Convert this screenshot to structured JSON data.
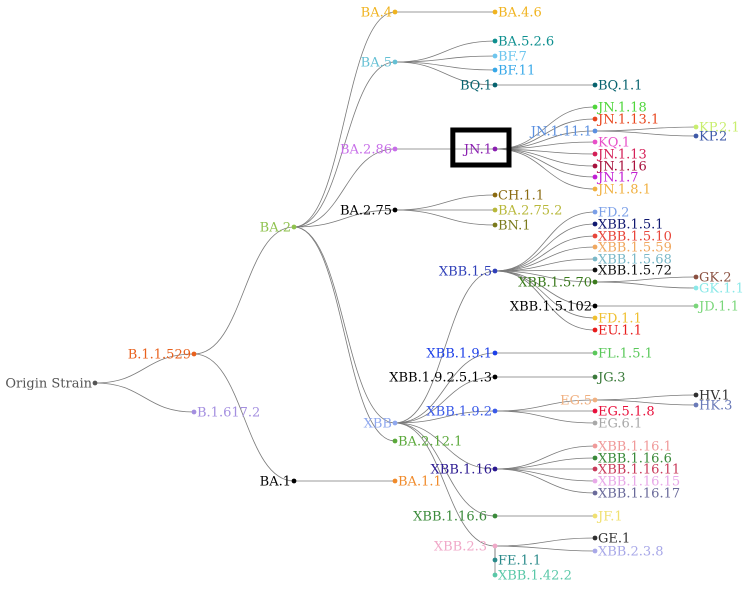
{
  "tree": {
    "highlighted": "jn1",
    "nodes": [
      {
        "id": "origin",
        "label": "Origin Strain",
        "color": "#555555",
        "parent": null
      },
      {
        "id": "b11529",
        "label": "B.1.1.529",
        "color": "#e8601c",
        "parent": "origin"
      },
      {
        "id": "b1617",
        "label": "B.1.617.2",
        "color": "#a48fe0",
        "parent": "origin"
      },
      {
        "id": "ba2",
        "label": "BA.2",
        "color": "#8fc24e",
        "parent": "b11529"
      },
      {
        "id": "ba1",
        "label": "BA.1",
        "color": "#000000",
        "parent": "b11529"
      },
      {
        "id": "ba4",
        "label": "BA.4",
        "color": "#f0b31f",
        "parent": "ba2"
      },
      {
        "id": "ba46",
        "label": "BA.4.6",
        "color": "#f0b31f",
        "parent": "ba4"
      },
      {
        "id": "ba5",
        "label": "BA.5",
        "color": "#65c0d4",
        "parent": "ba2"
      },
      {
        "id": "ba526",
        "label": "BA.5.2.6",
        "color": "#0e8f8f",
        "parent": "ba5"
      },
      {
        "id": "bf7",
        "label": "BF.7",
        "color": "#6ec6ee",
        "parent": "ba5"
      },
      {
        "id": "bf11",
        "label": "BF.11",
        "color": "#37a8e8",
        "parent": "ba5"
      },
      {
        "id": "bq1",
        "label": "BQ.1",
        "color": "#06626e",
        "parent": "ba5"
      },
      {
        "id": "bq11",
        "label": "BQ.1.1",
        "color": "#06626e",
        "parent": "bq1"
      },
      {
        "id": "ba286",
        "label": "BA.2.86",
        "color": "#c76ee8",
        "parent": "ba2"
      },
      {
        "id": "jn1",
        "label": "JN.1",
        "color": "#8a1fb0",
        "parent": "ba286"
      },
      {
        "id": "jn118",
        "label": "JN.1.18",
        "color": "#4fd63a",
        "parent": "jn1"
      },
      {
        "id": "jn1131",
        "label": "JN.1.13.1",
        "color": "#e8451c",
        "parent": "jn1"
      },
      {
        "id": "jn1111",
        "label": "JN.1.11.1",
        "color": "#5a8fe0",
        "parent": "jn1"
      },
      {
        "id": "kp21",
        "label": "KP.2.1",
        "color": "#c8ee6e",
        "parent": "jn1111"
      },
      {
        "id": "kp2",
        "label": "KP.2",
        "color": "#3f5aa8",
        "parent": "jn1111"
      },
      {
        "id": "kq1",
        "label": "KQ.1",
        "color": "#e84fc8",
        "parent": "jn1"
      },
      {
        "id": "jn113",
        "label": "JN.1.13",
        "color": "#d41f57",
        "parent": "jn1"
      },
      {
        "id": "jn116",
        "label": "JN.1.16",
        "color": "#a8103c",
        "parent": "jn1"
      },
      {
        "id": "jn17",
        "label": "JN.1.7",
        "color": "#c21fd4",
        "parent": "jn1"
      },
      {
        "id": "jn181",
        "label": "JN.1.8.1",
        "color": "#f0b040",
        "parent": "jn1"
      },
      {
        "id": "ba275",
        "label": "BA.2.75",
        "color": "#000000",
        "parent": "ba2"
      },
      {
        "id": "ch11",
        "label": "CH.1.1",
        "color": "#8a6a10",
        "parent": "ba275"
      },
      {
        "id": "ba2752",
        "label": "BA.2.75.2",
        "color": "#b8b83a",
        "parent": "ba275"
      },
      {
        "id": "bn1",
        "label": "BN.1",
        "color": "#7a7a1c",
        "parent": "ba275"
      },
      {
        "id": "xbb",
        "label": "XBB",
        "color": "#8fa8ee",
        "parent": "ba2"
      },
      {
        "id": "ba2121",
        "label": "BA.2.12.1",
        "color": "#5aa83a",
        "parent": "ba2"
      },
      {
        "id": "xbb15",
        "label": "XBB.1.5",
        "color": "#2f3fb8",
        "parent": "xbb"
      },
      {
        "id": "fd2",
        "label": "FD.2",
        "color": "#7a9fe8",
        "parent": "xbb15"
      },
      {
        "id": "xbb151",
        "label": "XBB.1.5.1",
        "color": "#101870",
        "parent": "xbb15"
      },
      {
        "id": "xbb1510",
        "label": "XBB.1.5.10",
        "color": "#e8453a",
        "parent": "xbb15"
      },
      {
        "id": "xbb1559",
        "label": "XBB.1.5.59",
        "color": "#f0a860",
        "parent": "xbb15"
      },
      {
        "id": "xbb1568",
        "label": "XBB.1.5.68",
        "color": "#7ab8c8",
        "parent": "xbb15"
      },
      {
        "id": "xbb1572",
        "label": "XBB.1.5.72",
        "color": "#101010",
        "parent": "xbb15"
      },
      {
        "id": "xbb1570",
        "label": "XBB.1.5.70",
        "color": "#3a7a1c",
        "parent": "xbb15"
      },
      {
        "id": "gk2",
        "label": "GK.2",
        "color": "#8a5040",
        "parent": "xbb1570"
      },
      {
        "id": "gk11",
        "label": "GK.1.1",
        "color": "#8ae8e8",
        "parent": "xbb1570"
      },
      {
        "id": "xbb15102",
        "label": "XBB.1.5.102",
        "color": "#000000",
        "parent": "xbb15"
      },
      {
        "id": "jd11",
        "label": "JD.1.1",
        "color": "#7ad67a",
        "parent": "xbb15102"
      },
      {
        "id": "fd11",
        "label": "FD.1.1",
        "color": "#f0c030",
        "parent": "xbb15"
      },
      {
        "id": "eu11",
        "label": "EU.1.1",
        "color": "#e81c1c",
        "parent": "xbb15"
      },
      {
        "id": "xbb191",
        "label": "XBB.1.9.1",
        "color": "#1c3fe8",
        "parent": "xbb"
      },
      {
        "id": "fl151",
        "label": "FL.1.5.1",
        "color": "#5ac85a",
        "parent": "xbb191"
      },
      {
        "id": "xbb19251",
        "label": "XBB.1.9.2.5.1.3",
        "color": "#000000",
        "parent": "xbb"
      },
      {
        "id": "jg3",
        "label": "JG.3",
        "color": "#3a7a3a",
        "parent": "xbb19251"
      },
      {
        "id": "xbb192",
        "label": "XBB.1.9.2",
        "color": "#3a5ae8",
        "parent": "xbb"
      },
      {
        "id": "eg5",
        "label": "EG.5",
        "color": "#f0b080",
        "parent": "xbb192"
      },
      {
        "id": "hv1",
        "label": "HV.1",
        "color": "#303030",
        "parent": "eg5"
      },
      {
        "id": "hk3",
        "label": "HK.3",
        "color": "#6a7ab8",
        "parent": "eg5"
      },
      {
        "id": "eg518",
        "label": "EG.5.1.8",
        "color": "#e8103c",
        "parent": "xbb192"
      },
      {
        "id": "eg61",
        "label": "EG.6.1",
        "color": "#a8a8a8",
        "parent": "xbb192"
      },
      {
        "id": "xbb116",
        "label": "XBB.1.16",
        "color": "#2a1890",
        "parent": "xbb"
      },
      {
        "id": "xbb1161",
        "label": "XBB.1.16.1",
        "color": "#f09a9a",
        "parent": "xbb116"
      },
      {
        "id": "xbb1166",
        "label": "XBB.1.16.6",
        "color": "#3a8a3a",
        "parent": "xbb116"
      },
      {
        "id": "xbb11611",
        "label": "XBB.1.16.11",
        "color": "#c83a5a",
        "parent": "xbb116"
      },
      {
        "id": "xbb11615",
        "label": "XBB.1.16.15",
        "color": "#e8a8e8",
        "parent": "xbb116"
      },
      {
        "id": "xbb11617",
        "label": "XBB.1.16.17",
        "color": "#6a6a9a",
        "parent": "xbb116"
      },
      {
        "id": "xbb1166b",
        "label": "XBB.1.16.6",
        "color": "#3a8a3a",
        "parent": "xbb"
      },
      {
        "id": "jf1",
        "label": "JF.1",
        "color": "#f0e070",
        "parent": "xbb1166b"
      },
      {
        "id": "xbb23",
        "label": "XBB.2.3",
        "color": "#f0a8c8",
        "parent": "xbb"
      },
      {
        "id": "ge1",
        "label": "GE.1",
        "color": "#303030",
        "parent": "xbb23"
      },
      {
        "id": "xbb238",
        "label": "XBB.2.3.8",
        "color": "#a8a8e8",
        "parent": "xbb23"
      },
      {
        "id": "fe11",
        "label": "FE.1.1",
        "color": "#2a8a8a",
        "parent": "xbb23"
      },
      {
        "id": "xbb1422",
        "label": "XBB.1.42.2",
        "color": "#5ac8a8",
        "parent": "xbb23"
      },
      {
        "id": "ba11",
        "label": "BA.1.1",
        "color": "#f08a2a",
        "parent": "ba1"
      }
    ]
  }
}
